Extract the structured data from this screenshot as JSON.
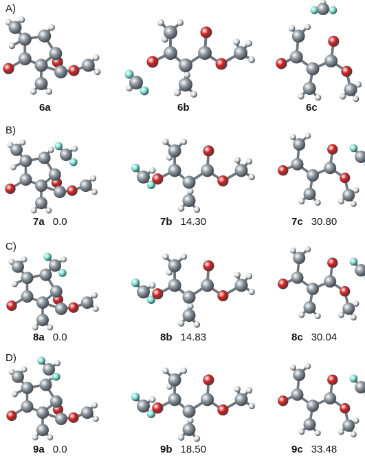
{
  "panels": [
    {
      "label": "A)",
      "molecules": [
        {
          "id": "6a",
          "energy": ""
        },
        {
          "id": "6b",
          "energy": ""
        },
        {
          "id": "6c",
          "energy": ""
        }
      ]
    },
    {
      "label": "B)",
      "molecules": [
        {
          "id": "7a",
          "energy": "0.0"
        },
        {
          "id": "7b",
          "energy": "14.30"
        },
        {
          "id": "7c",
          "energy": "30.80"
        }
      ]
    },
    {
      "label": "C)",
      "molecules": [
        {
          "id": "8a",
          "energy": "0.0"
        },
        {
          "id": "8b",
          "energy": "14.83"
        },
        {
          "id": "8c",
          "energy": "30.04"
        }
      ]
    },
    {
      "label": "D)",
      "molecules": [
        {
          "id": "9a",
          "energy": "0.0"
        },
        {
          "id": "9b",
          "energy": "18.50"
        },
        {
          "id": "9c",
          "energy": "33.48"
        }
      ]
    }
  ],
  "colors": {
    "carbon": "#8a949b",
    "oxygen": "#d42020",
    "hydrogen": "#dcdfe2",
    "fluorine": "#7fe6d8",
    "bond": "#6f777d"
  }
}
